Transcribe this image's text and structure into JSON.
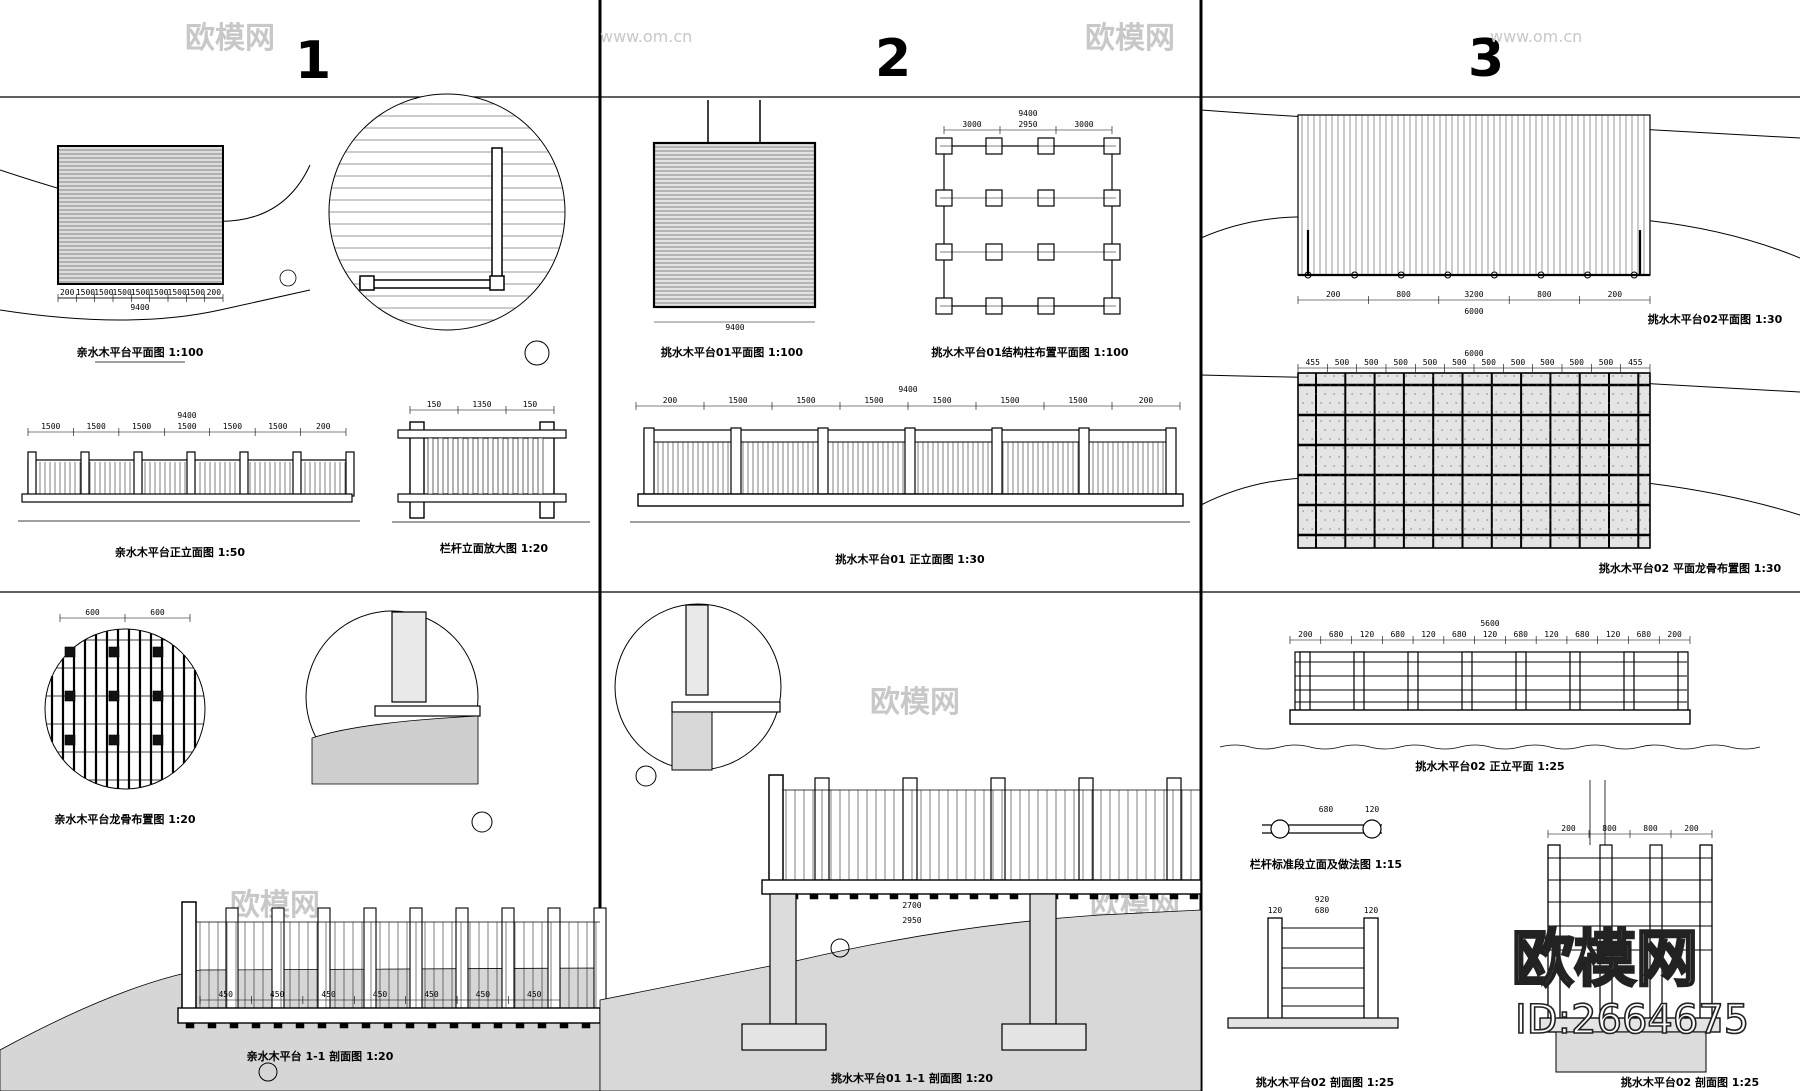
{
  "panels": [
    {
      "number": "1",
      "drawings": [
        {
          "title": "亲水木平台平面图 1:100",
          "dims": [
            "9400",
            "200",
            "1500",
            "1500",
            "1500",
            "1500",
            "1500",
            "1500",
            "1500",
            "200"
          ]
        },
        {
          "title": "亲水木平台正立面图 1:50",
          "dims": [
            "9400",
            "1500",
            "1500",
            "1500",
            "1500",
            "1500",
            "1500",
            "200"
          ]
        },
        {
          "title": "栏杆立面放大图 1:20",
          "dims": [
            "1350",
            "150",
            "150"
          ]
        },
        {
          "title": "亲水木平台龙骨布置图 1:20",
          "dims": [
            "600",
            "600"
          ]
        },
        {
          "title": "亲水木平台 1-1 剖面图 1:20",
          "dims": [
            "450",
            "450",
            "450",
            "450",
            "450",
            "450",
            "450"
          ]
        }
      ]
    },
    {
      "number": "2",
      "drawings": [
        {
          "title": "挑水木平台01平面图 1:100",
          "dims": [
            "9400"
          ]
        },
        {
          "title": "挑水木平台01结构柱布置平面图 1:100",
          "dims": [
            "9400",
            "3000",
            "2950",
            "3000"
          ]
        },
        {
          "title": "挑水木平台01 正立面图 1:30",
          "dims": [
            "9400",
            "200",
            "1500",
            "1500",
            "1500",
            "1500",
            "1500",
            "1500",
            "200"
          ]
        },
        {
          "title": "挑水木平台01  1-1 剖面图 1:20",
          "dims": [
            "2700",
            "2950"
          ]
        }
      ]
    },
    {
      "number": "3",
      "drawings": [
        {
          "title": "挑水木平台02平面图 1:30",
          "dims": [
            "6000",
            "200",
            "800",
            "3200",
            "800",
            "200"
          ]
        },
        {
          "title": "挑水木平台02 平面龙骨布置图 1:30",
          "dims": [
            "6000",
            "455",
            "500",
            "500",
            "500",
            "500",
            "500",
            "500",
            "500",
            "500",
            "500",
            "500",
            "455"
          ]
        },
        {
          "title": "挑水木平台02 正立平面 1:25",
          "dims": [
            "5600",
            "200",
            "680",
            "120",
            "680",
            "120",
            "680",
            "120",
            "680",
            "120",
            "680",
            "120",
            "680",
            "200"
          ]
        },
        {
          "title": "栏杆标准段平面图 1:15",
          "dims": [
            "680",
            "120"
          ]
        },
        {
          "title": "栏杆标准段立面及做法图 1:15",
          "dims": [
            "920",
            "680",
            "120",
            "120"
          ]
        },
        {
          "title": "挑水木平台02 剖面图 1:25",
          "dims": [
            "200",
            "800",
            "800",
            "200"
          ]
        }
      ]
    }
  ],
  "watermark": {
    "brand": "欧模网",
    "url": "www.om.cn",
    "id": "ID:2664675"
  }
}
